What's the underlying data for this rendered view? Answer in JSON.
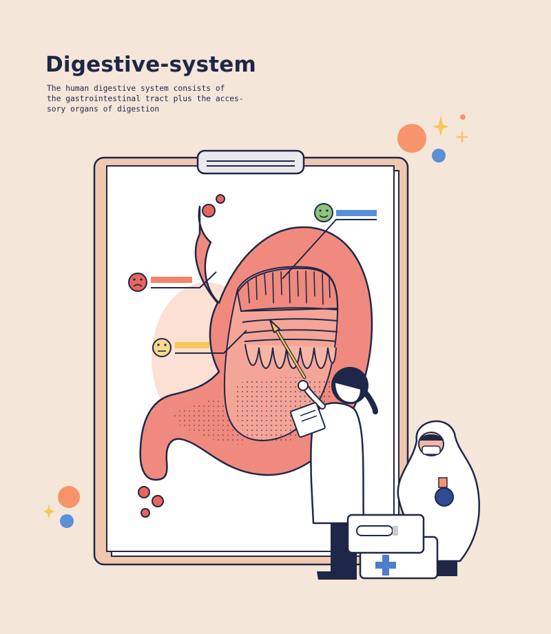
{
  "header": {
    "title": "Digestive-system",
    "description_lines": [
      "The human digestive system consists of",
      "the gastrointestinal tract plus the acces-",
      "sory organs of digestion"
    ]
  },
  "labels": [
    {
      "face": "happy-face-icon",
      "color": "#5b8fd6"
    },
    {
      "face": "sad-face-icon",
      "color": "#f0876b"
    },
    {
      "face": "neutral-face-icon",
      "color": "#f7c75a"
    }
  ],
  "colors": {
    "background": "#f5e6da",
    "stomach": "#f08a7e",
    "outline": "#1f2748",
    "clipboard_frame": "#f1c7ad",
    "accent_blue": "#5b8fd6",
    "accent_orange": "#f7946b",
    "accent_yellow": "#f6c75a"
  }
}
